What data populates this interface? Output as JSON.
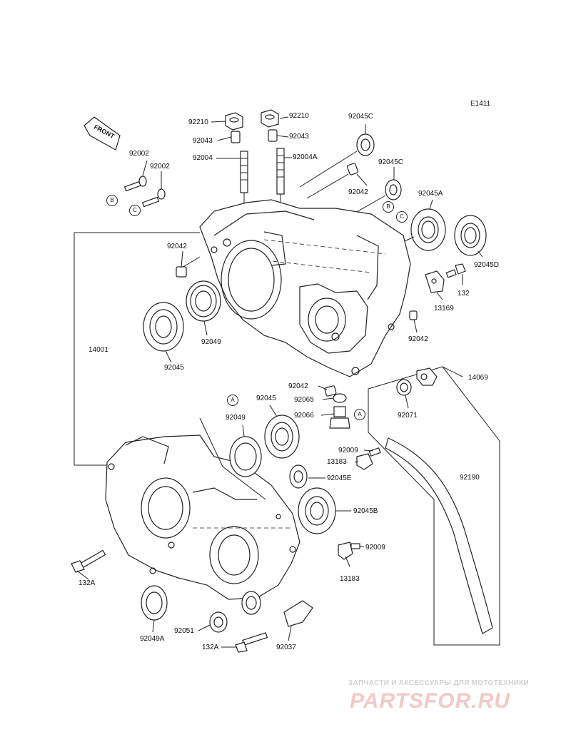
{
  "diagram": {
    "code": "E1411",
    "front_label": "FRONT",
    "parts": {
      "p92210a": "92210",
      "p92210b": "92210",
      "p92043a": "92043",
      "p92043b": "92043",
      "p92004": "92004",
      "p92004A": "92004A",
      "p92045C_top": "92045C",
      "p92045C_mid": "92045C",
      "p92042_top": "92042",
      "p92045A": "92045A",
      "p92045D": "92045D",
      "p132": "132",
      "p13169": "13169",
      "p92042_right": "92042",
      "p92002a": "92002",
      "p92002b": "92002",
      "p92042_left": "92042",
      "p14001": "14001",
      "p92049_top": "92049",
      "p92045_left": "92045",
      "p92042_mid": "92042",
      "p92065": "92065",
      "p92066": "92066",
      "p14069": "14069",
      "p92071": "92071",
      "p92049_mid": "92049",
      "p92045_mid": "92045",
      "p92009a": "92009",
      "p13183a": "13183",
      "p92045E": "92045E",
      "p92190": "92190",
      "p92045B": "92045B",
      "p92009b": "92009",
      "p13183b": "13183",
      "p132A_left": "132A",
      "p92049A": "92049A",
      "p92051": "92051",
      "p132A_bottom": "132A",
      "p92037": "92037"
    },
    "callouts": {
      "A1": "A",
      "A2": "A",
      "B1": "B",
      "B2": "B",
      "C1": "C",
      "C2": "C"
    }
  },
  "watermark": {
    "tagline": "ЗАПЧАСТИ И АКСЕССУАРЫ ДЛЯ МОТОТЕХНИКИ",
    "brand": "PARTSFOR.RU"
  }
}
